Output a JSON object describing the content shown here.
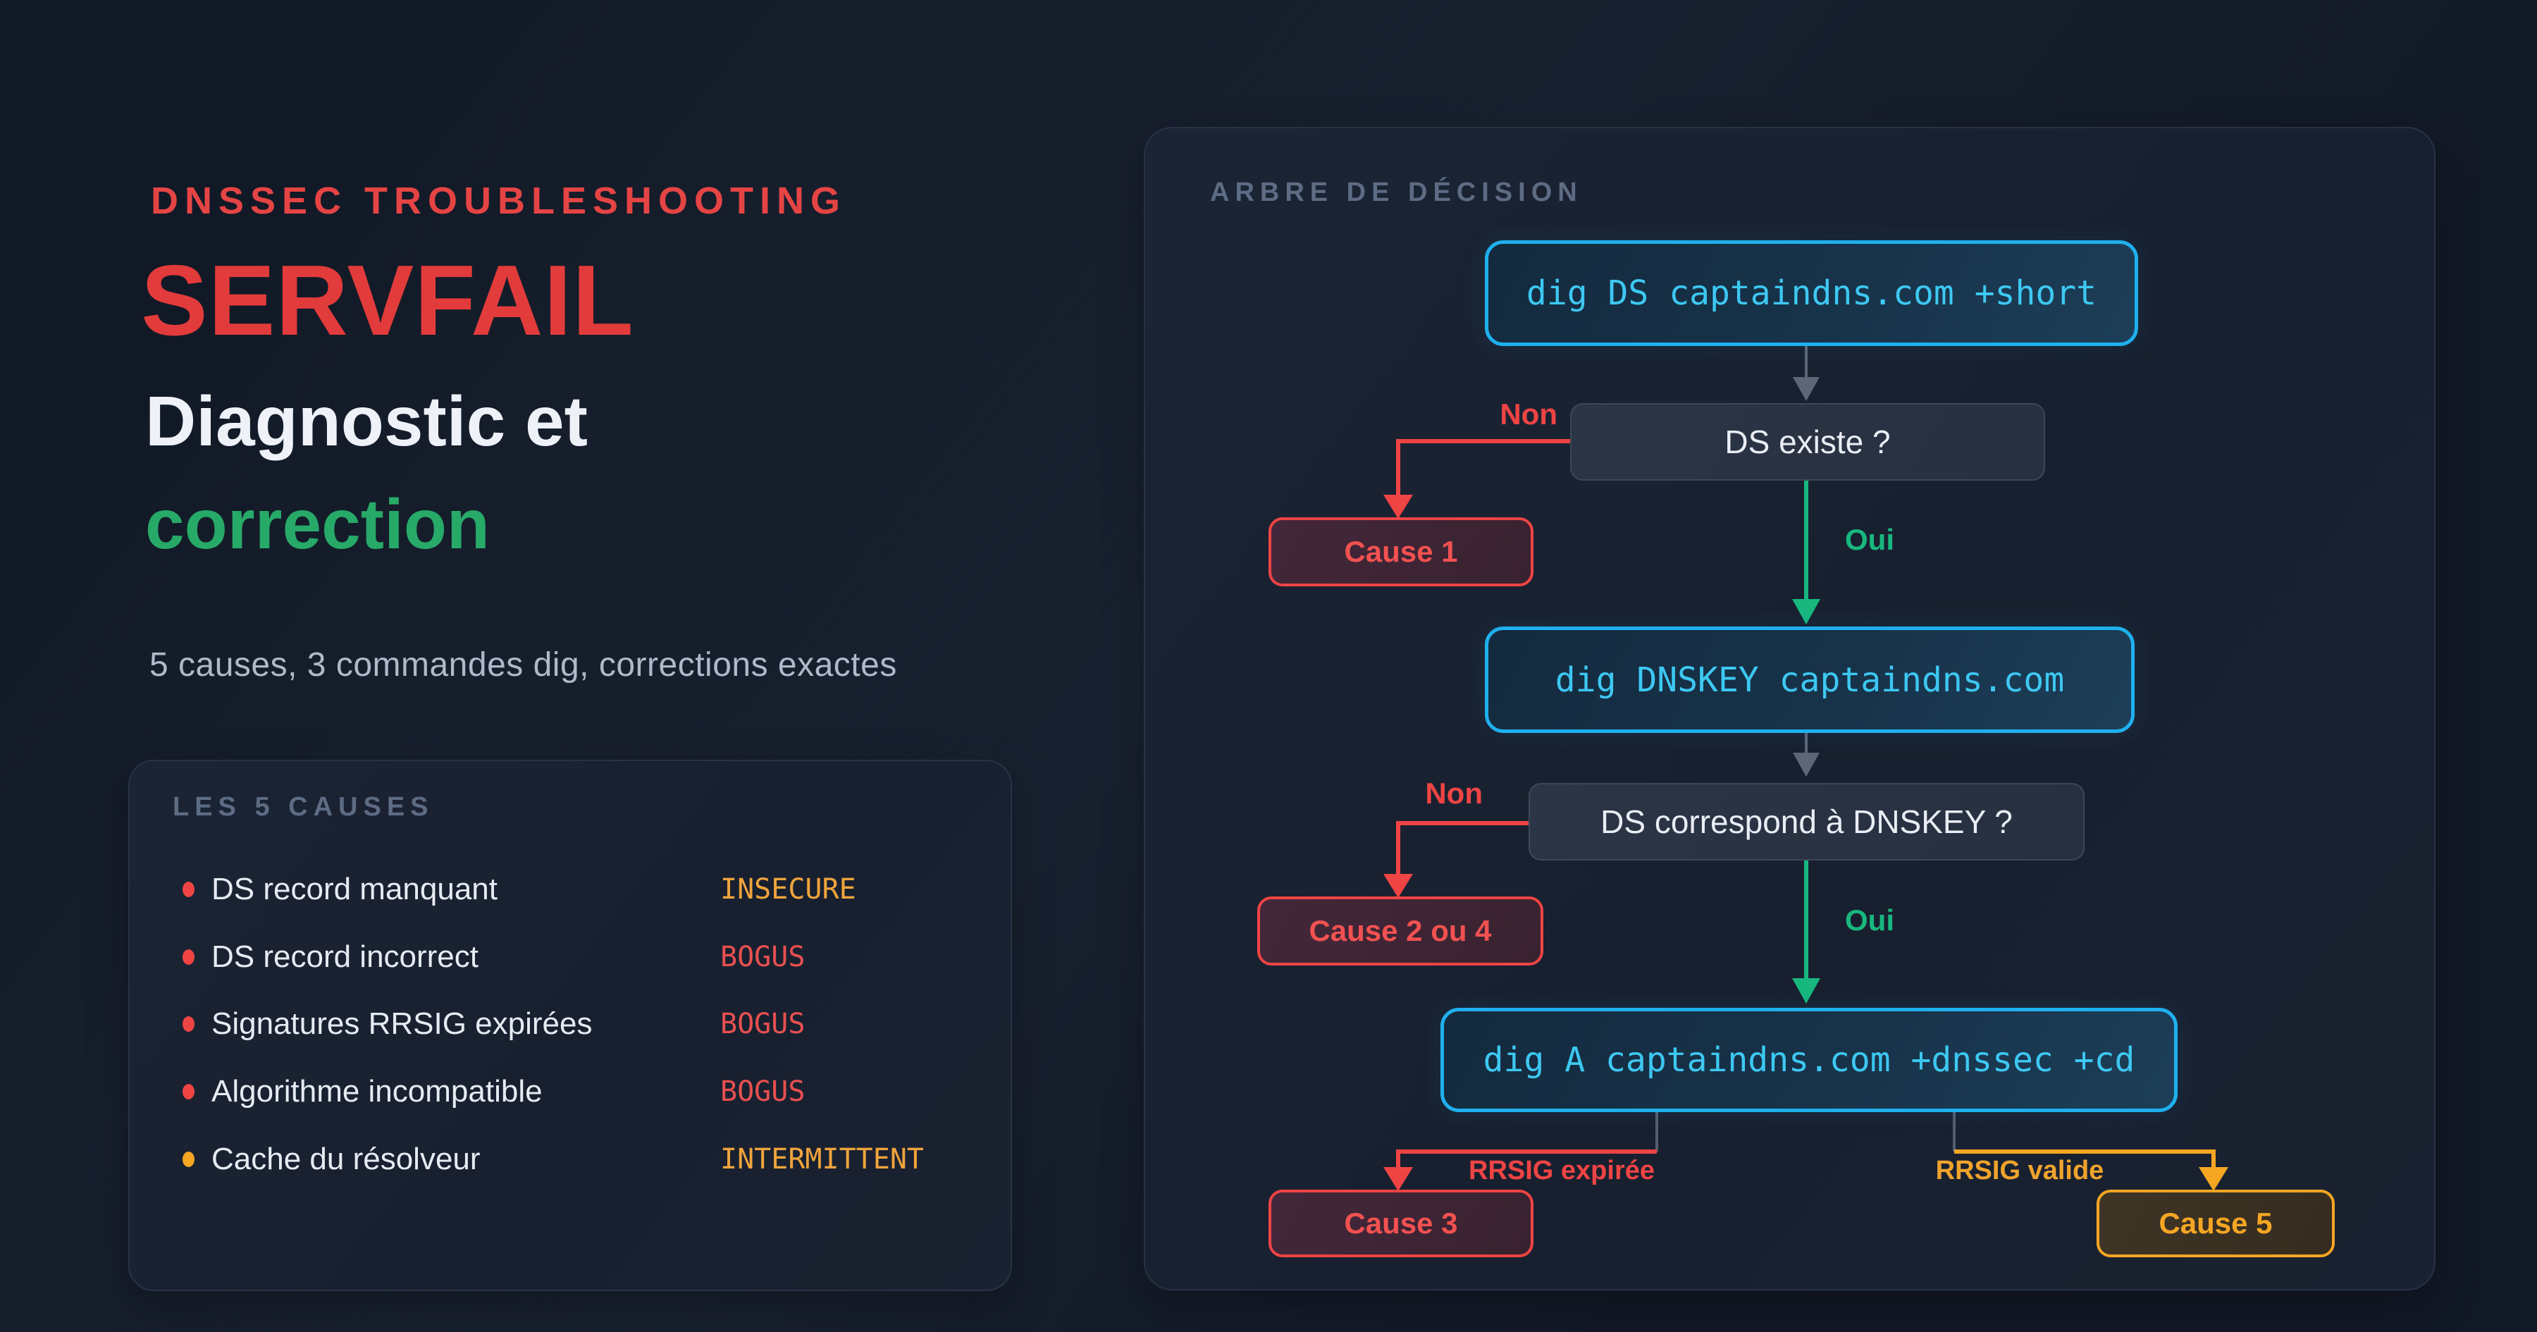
{
  "header": {
    "eyebrow": "DNSSEC TROUBLESHOOTING",
    "title": "SERVFAIL",
    "subtitle_white": "Diagnostic et",
    "subtitle_green": "correction",
    "description": "5 causes, 3 commandes dig, corrections exactes"
  },
  "causes_panel": {
    "title": "LES 5 CAUSES",
    "items": [
      {
        "label": "DS record manquant",
        "status": "INSECURE",
        "bullet_color": "#ef4444",
        "status_color": "#f0a43c"
      },
      {
        "label": "DS record incorrect",
        "status": "BOGUS",
        "bullet_color": "#ef4444",
        "status_color": "#e85050"
      },
      {
        "label": "Signatures RRSIG expirées",
        "status": "BOGUS",
        "bullet_color": "#ef4444",
        "status_color": "#e85050"
      },
      {
        "label": "Algorithme incompatible",
        "status": "BOGUS",
        "bullet_color": "#ef4444",
        "status_color": "#e85050"
      },
      {
        "label": "Cache du résolveur",
        "status": "INTERMITTENT",
        "bullet_color": "#f5a623",
        "status_color": "#f0a43c"
      }
    ]
  },
  "tree_panel": {
    "title": "ARBRE DE DÉCISION",
    "cmd1": "dig DS captaindns.com +short",
    "q1": "DS existe ?",
    "label_non1": "Non",
    "label_oui1": "Oui",
    "cause1": "Cause 1",
    "cmd2": "dig DNSKEY captaindns.com",
    "q2": "DS correspond à DNSKEY ?",
    "label_non2": "Non",
    "label_oui2": "Oui",
    "cause2": "Cause 2 ou 4",
    "cmd3": "dig A captaindns.com +dnssec +cd",
    "label_rrsig_expired": "RRSIG expirée",
    "label_rrsig_valid": "RRSIG valide",
    "cause3": "Cause 3",
    "cause5": "Cause 5"
  },
  "colors": {
    "background": "#121926",
    "panel_background": "#1a2231",
    "panel_border": "#273246",
    "accent_red": "#ef4444",
    "title_red": "#e23b3b",
    "accent_green": "#18b77e",
    "title_green": "#27a968",
    "accent_orange": "#f5a623",
    "cyan_border": "#1fb0ee",
    "cyan_text": "#3dc8f2",
    "muted_heading": "#5d6b83",
    "body_text": "#e6ebf2",
    "subtext": "#aeb9c9",
    "arrow_gray": "#5b6678"
  }
}
